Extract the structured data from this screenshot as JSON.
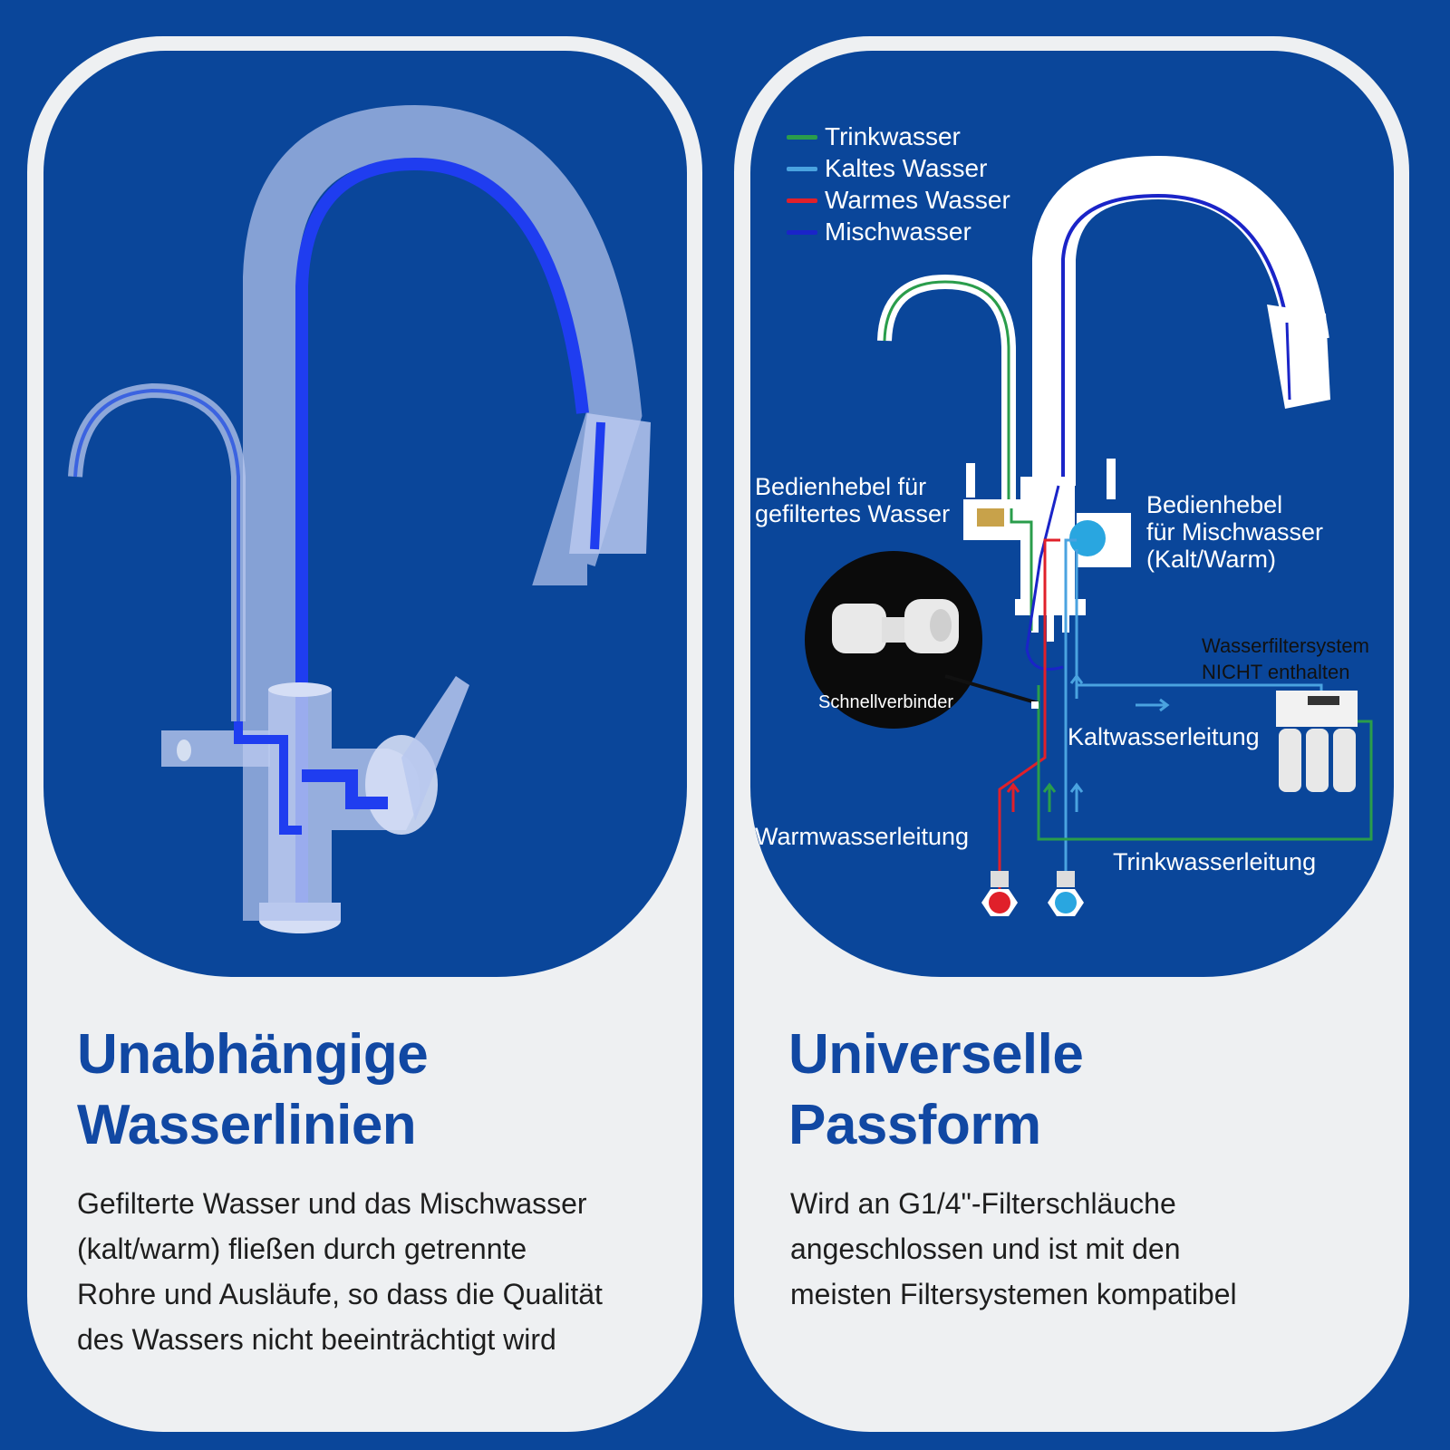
{
  "left": {
    "heading_lines": [
      "Unabhängige",
      "Wasserlinien"
    ],
    "description_lines": [
      "Gefilterte Wasser und das Mischwasser",
      "(kalt/warm) fließen durch getrennte",
      "Rohre und Ausläufe, so dass die Qualität",
      "des Wassers nicht beeinträchtigt wird"
    ]
  },
  "right": {
    "heading_lines": [
      "Universelle",
      "Passform"
    ],
    "description_lines": [
      "Wird an G1/4\"-Filterschläuche",
      "angeschlossen und ist mit den",
      "meisten Filtersystemen kompatibel"
    ],
    "legend": [
      {
        "label": "Trinkwasser",
        "color": "#2a9d4b"
      },
      {
        "label": "Kaltes Wasser",
        "color": "#4aa3e0"
      },
      {
        "label": "Warmes Wasser",
        "color": "#e0202a"
      },
      {
        "label": "Mischwasser",
        "color": "#1a24c8"
      }
    ],
    "lever_filtered_lines": [
      "Bedienhebel für",
      "gefiltertes Wasser"
    ],
    "lever_mixed_lines": [
      "Bedienhebel",
      "für Mischwasser",
      "(Kalt/Warm)"
    ],
    "connector_label": "Schnellverbinder",
    "filter_system_lines": [
      "Wasserfiltersystem",
      "NICHT enthalten"
    ],
    "cold_line_label": "Kaltwasserleitung",
    "hot_line_label": "Warmwasserleitung",
    "drinking_line_label": "Trinkwasserleitung"
  },
  "colors": {
    "background": "#0a469a",
    "card": "#eef0f2",
    "heading": "#1148a3",
    "mixed_water": "#1a24c8"
  }
}
